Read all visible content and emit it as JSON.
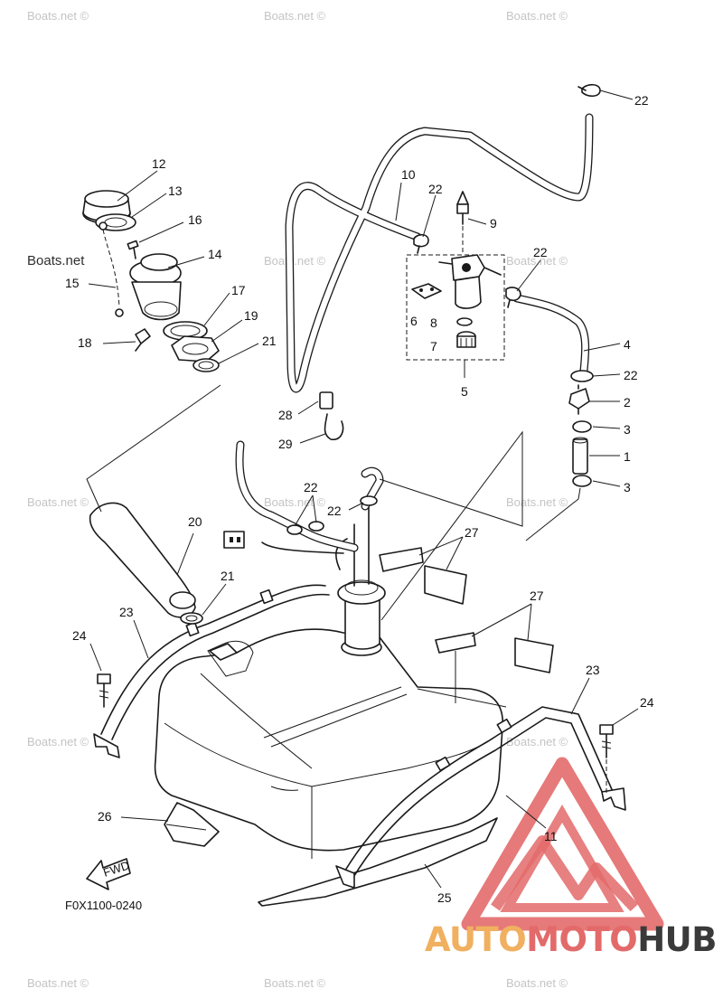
{
  "diagram": {
    "code": "F0X1100-0240",
    "fwd_label": "FWD",
    "watermark": "Boats.net ©",
    "watermark_short": "Boats.net",
    "brand": {
      "part1": "AUTO",
      "part2": "MOTO",
      "part3": "HUB",
      "color_accent": "#f0b060",
      "color_red": "#e36a6a",
      "color_dark": "#3a3a3a"
    },
    "callouts": {
      "c1": "1",
      "c2": "2",
      "c3a": "3",
      "c3b": "3",
      "c4": "4",
      "c5": "5",
      "c6": "6",
      "c7": "7",
      "c8": "8",
      "c9": "9",
      "c10": "10",
      "c11": "11",
      "c12": "12",
      "c13": "13",
      "c14": "14",
      "c15": "15",
      "c16": "16",
      "c17": "17",
      "c18": "18",
      "c19": "19",
      "c20": "20",
      "c21a": "21",
      "c21b": "21",
      "c22a": "22",
      "c22b": "22",
      "c22c": "22",
      "c22d": "22",
      "c22e": "22",
      "c22f": "22",
      "c23a": "23",
      "c23b": "23",
      "c24a": "24",
      "c24b": "24",
      "c25": "25",
      "c26": "26",
      "c27a": "27",
      "c27b": "27",
      "c28": "28",
      "c29": "29"
    }
  }
}
